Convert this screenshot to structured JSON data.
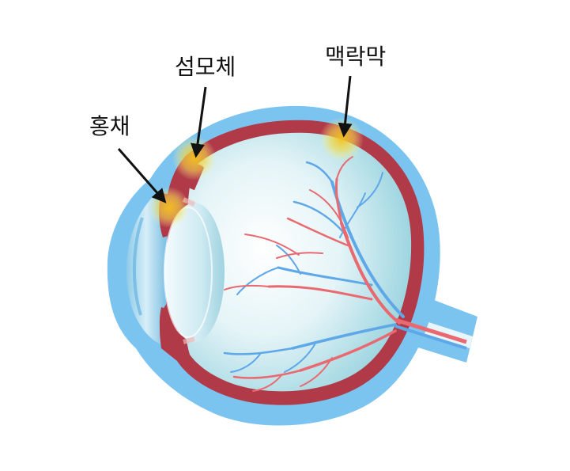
{
  "labels": {
    "iris": "홍채",
    "ciliary_body": "섬모체",
    "choroid": "맥락막"
  },
  "colors": {
    "background": "#ffffff",
    "sclera": "#7cc4f0",
    "sclera_dark": "#5aaee0",
    "choroid_layer": "#b03a48",
    "retina_fluid": "#cfeaf1",
    "vitreous_deep": "#8fcfdc",
    "lens": "#d9f0f6",
    "vein": "#5fa8e8",
    "artery": "#e86a70",
    "highlight": "#f2cf2a",
    "label_text": "#111111"
  },
  "icons": {
    "eye": "eye-cross-section-icon",
    "arrow": "arrow-icon"
  }
}
